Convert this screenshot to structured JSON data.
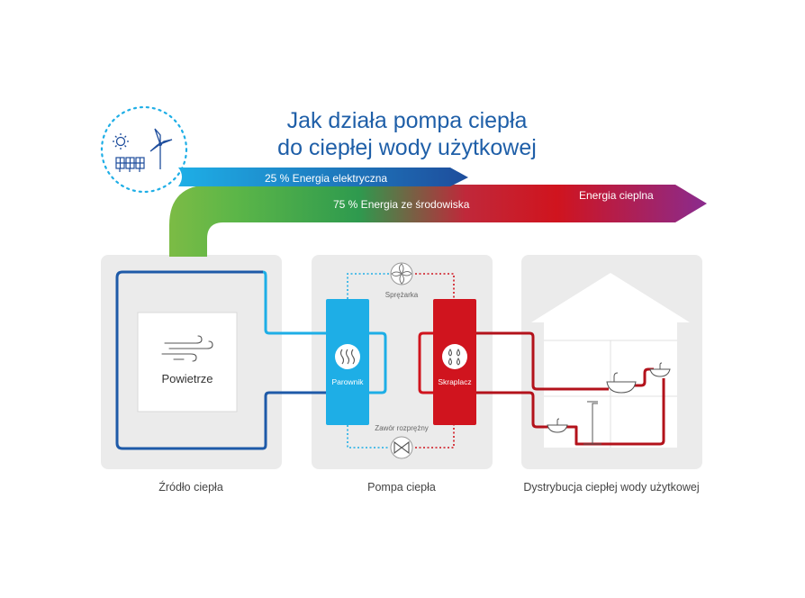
{
  "title": {
    "line1": "Jak działa pompa ciepła",
    "line2": "do ciepłej wody użytkowej"
  },
  "energy_bands": {
    "electric": "25 % Energia elektryczna",
    "environment": "75 % Energia ze środowiska",
    "heat": "Energia cieplna"
  },
  "source": {
    "box_label": "Powietrze",
    "caption": "Źródło ciepła"
  },
  "pump": {
    "compressor": "Sprężarka",
    "evaporator": "Parownik",
    "condenser": "Skraplacz",
    "valve": "Zawór rozprężny",
    "caption": "Pompa ciepła"
  },
  "distribution": {
    "caption": "Dystrybucja ciepłej wody użytkowej"
  },
  "colors": {
    "title_blue": "#1f5fa8",
    "dark_blue": "#1e5aa8",
    "cyan": "#1eaee6",
    "green": "#6ab23f",
    "red": "#d0141e",
    "purple": "#8a2b8e",
    "panel_gray": "#ebebeb"
  },
  "icons": [
    "sun-icon",
    "wind-turbine-icon",
    "solar-panel-icon",
    "wind-icon",
    "fan-icon",
    "heat-waves-icon",
    "droplets-icon",
    "valve-icon",
    "sink-icon",
    "shower-icon",
    "bathtub-icon"
  ]
}
